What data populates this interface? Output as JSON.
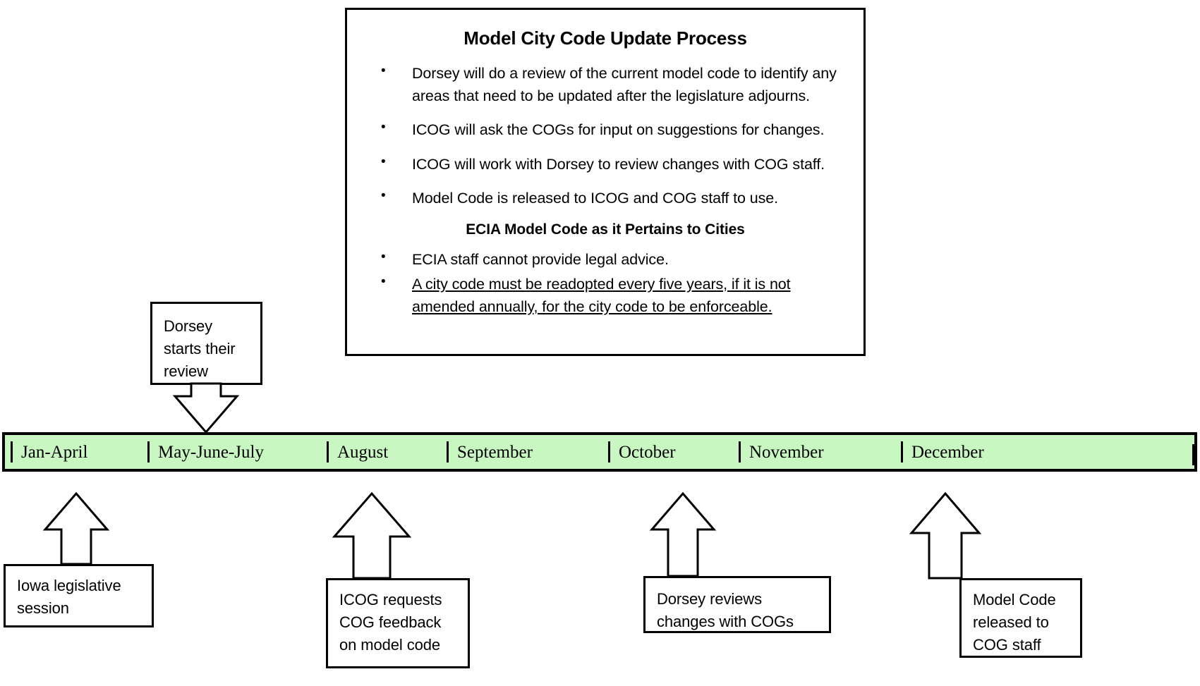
{
  "panel": {
    "title": "Model City Code Update Process",
    "bullets": [
      "Dorsey will do a review of the current model code to identify any areas that need to be updated after the legislature adjourns.",
      "ICOG will ask the COGs for input on suggestions for changes.",
      "ICOG will work with Dorsey to review changes with COG staff.",
      "Model Code is released to ICOG and COG staff to use."
    ],
    "subtitle": "ECIA Model Code as it Pertains to Cities",
    "bullets2": [
      "ECIA staff cannot provide legal advice.",
      "A city code must be readopted every five years, if it is not amended annually, for the city code to be enforceable."
    ]
  },
  "timeline": {
    "fill_color": "#c9f7c1",
    "segments": [
      {
        "label": "Jan-April"
      },
      {
        "label": "May-June-July"
      },
      {
        "label": "August"
      },
      {
        "label": "September"
      },
      {
        "label": "October"
      },
      {
        "label": "November"
      },
      {
        "label": "December"
      }
    ]
  },
  "callouts": {
    "dorsey_start": "Dorsey starts their review",
    "iowa_session": "Iowa legislative session",
    "icog_request": "ICOG requests COG feedback on model code",
    "dorsey_review": "Dorsey reviews changes with COGs",
    "model_code": "Model Code released to COG staff"
  }
}
